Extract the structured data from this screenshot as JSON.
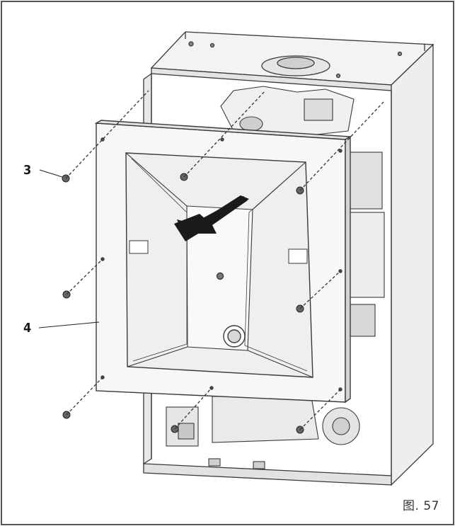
{
  "callouts": [
    {
      "id": "3",
      "label": "3"
    },
    {
      "id": "4",
      "label": "4"
    }
  ],
  "figure_label": "图. 57",
  "colors": {
    "frame": "#5a5a5a",
    "line": "#3a3a3a",
    "panel_fill": "#f6f6f6",
    "shadow": "#d8d8d8",
    "arrow": "#1a1a1a"
  }
}
